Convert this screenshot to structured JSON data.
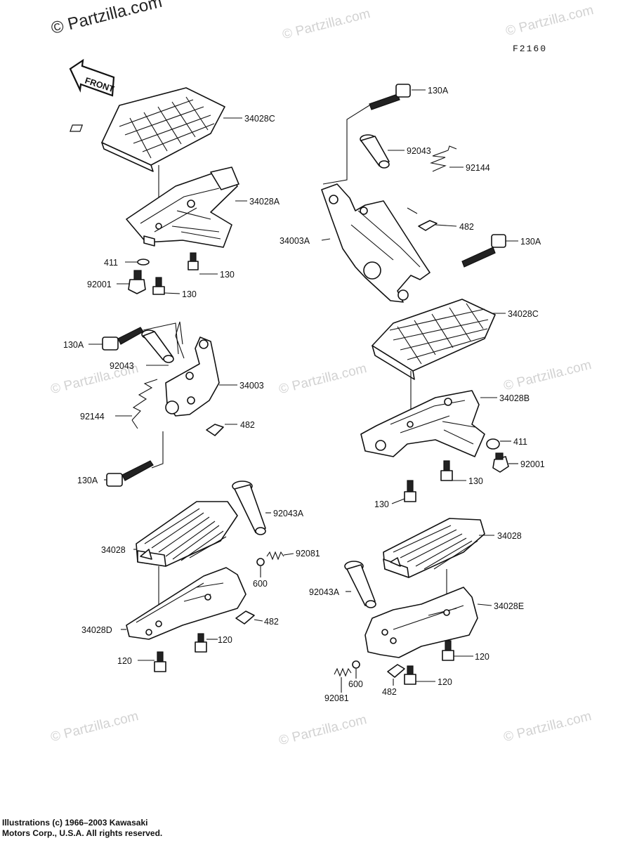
{
  "watermark": {
    "main": "© Partzilla.com",
    "repeat": "© Partzilla.com"
  },
  "figure_code": "F2160",
  "front_label": "FRONT",
  "credit": {
    "line1": "Illustrations (c) 1966–2003 Kawasaki",
    "line2": "Motors Corp., U.S.A.  All rights reserved."
  },
  "callouts": {
    "c_34028C_top": "34028C",
    "c_34028A": "34028A",
    "c_411_left": "411",
    "c_92001_left": "92001",
    "c_130_left_a": "130",
    "c_130_left_b": "130",
    "c_130A_left1": "130A",
    "c_92043_left": "92043",
    "c_34003": "34003",
    "c_92144_left": "92144",
    "c_482_left": "482",
    "c_130A_left2": "130A",
    "c_130A_right1": "130A",
    "c_92043_right": "92043",
    "c_92144_right": "92144",
    "c_482_right": "482",
    "c_34003A": "34003A",
    "c_130A_right2": "130A",
    "c_34028C_right": "34028C",
    "c_34028B": "34028B",
    "c_411_right": "411",
    "c_92001_right": "92001",
    "c_130_right_a": "130",
    "c_130_right_b": "130",
    "c_92043A_left": "92043A",
    "c_34028_left": "34028",
    "c_92081_left": "92081",
    "c_600_left": "600",
    "c_34028D": "34028D",
    "c_482_lower_left": "482",
    "c_120_left_a": "120",
    "c_120_left_b": "120",
    "c_34028_right": "34028",
    "c_92043A_right": "92043A",
    "c_34028E": "34028E",
    "c_120_right_a": "120",
    "c_120_right_b": "120",
    "c_600_right": "600",
    "c_482_lower_right": "482",
    "c_92081_right": "92081"
  }
}
